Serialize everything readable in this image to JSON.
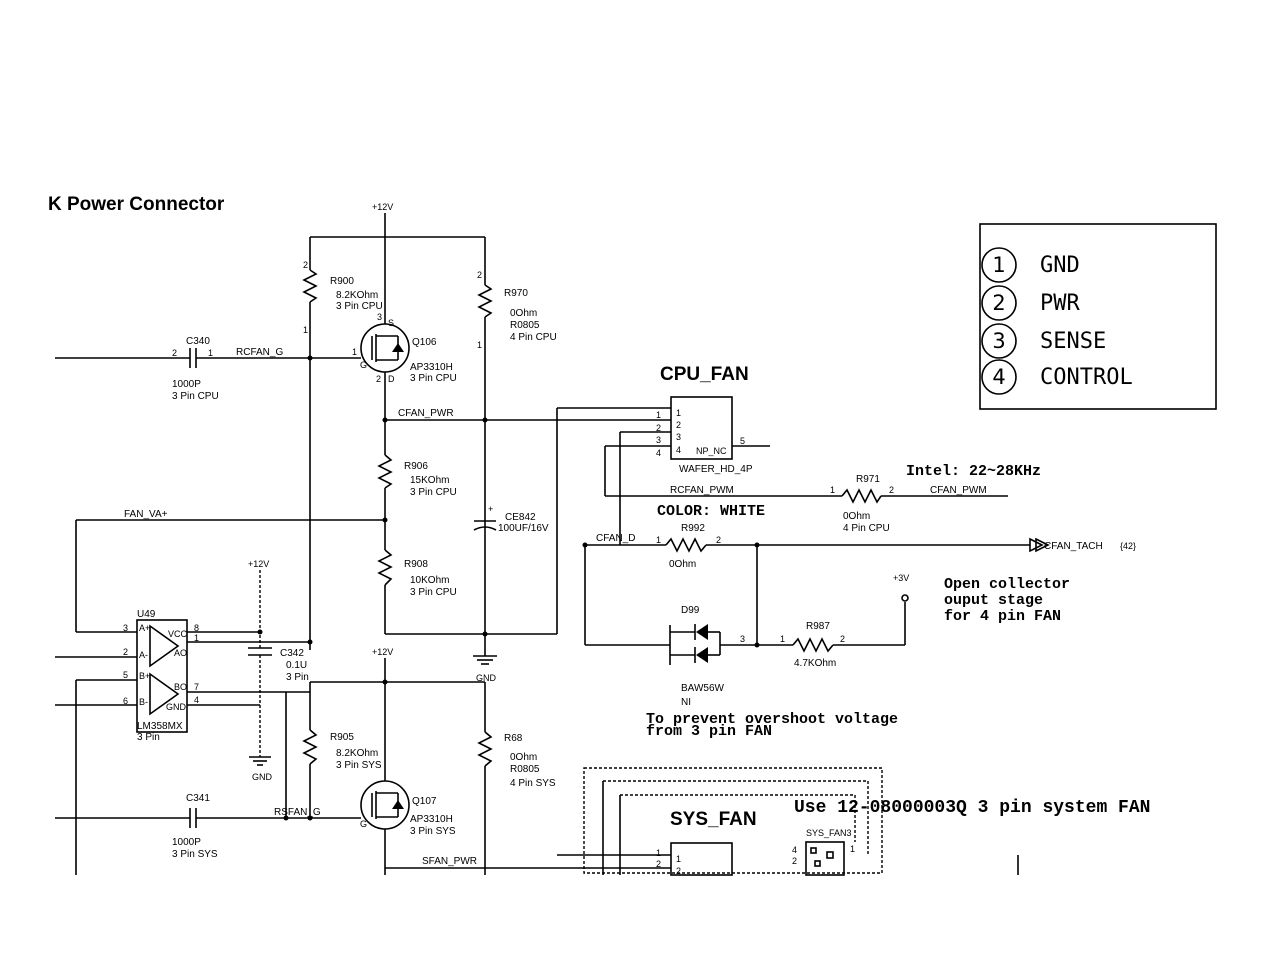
{
  "title": "K Power Connector",
  "legend": [
    {
      "num": "1",
      "label": "GND"
    },
    {
      "num": "2",
      "label": "PWR"
    },
    {
      "num": "3",
      "label": "SENSE"
    },
    {
      "num": "4",
      "label": "CONTROL"
    }
  ],
  "rails": {
    "v12_top": "+12V",
    "v12_mid": "+12V",
    "v12_bot": "+12V",
    "v3": "+3V",
    "gnd1": "GND",
    "gnd2": "GND"
  },
  "nets": {
    "rcfan_g": "RCFAN_G",
    "cfan_pwr": "CFAN_PWR",
    "fan_va": "FAN_VA+",
    "rcfan_pwm": "RCFAN_PWM",
    "cfan_pwm": "CFAN_PWM",
    "cfan_d": "CFAN_D",
    "cfan_tach": "CFAN_TACH",
    "cfan_tach_ref": "{42}",
    "rsfan_g": "RSFAN_G",
    "sfan_pwr": "SFAN_PWR"
  },
  "components": {
    "c340": {
      "ref": "C340",
      "value": "1000P",
      "note": "3 Pin CPU"
    },
    "r900": {
      "ref": "R900",
      "value": "8.2KOhm",
      "note": "3 Pin CPU"
    },
    "q106": {
      "ref": "Q106",
      "value": "AP3310H",
      "note": "3 Pin CPU"
    },
    "r970": {
      "ref": "R970",
      "value": "0Ohm",
      "pkg": "R0805",
      "note": "4 Pin CPU"
    },
    "r906": {
      "ref": "R906",
      "value": "15KOhm",
      "note": "3 Pin CPU"
    },
    "r908": {
      "ref": "R908",
      "value": "10KOhm",
      "note": "3 Pin CPU"
    },
    "ce842": {
      "ref": "CE842",
      "value": "100UF/16V"
    },
    "u49": {
      "ref": "U49",
      "part": "LM358MX",
      "note": "3 Pin"
    },
    "c342": {
      "ref": "C342",
      "value": "0.1U",
      "note": "3 Pin"
    },
    "r905": {
      "ref": "R905",
      "value": "8.2KOhm",
      "note": "3 Pin SYS"
    },
    "q107": {
      "ref": "Q107",
      "value": "AP3310H",
      "note": "3 Pin SYS"
    },
    "r68": {
      "ref": "R68",
      "value": "0Ohm",
      "pkg": "R0805",
      "note": "4 Pin SYS"
    },
    "c341": {
      "ref": "C341",
      "value": "1000P",
      "note": "3 Pin SYS"
    },
    "r971": {
      "ref": "R971",
      "value": "0Ohm",
      "note": "4 Pin CPU"
    },
    "r992": {
      "ref": "R992",
      "value": "0Ohm"
    },
    "d99": {
      "ref": "D99",
      "part": "BAW56W",
      "note": "NI"
    },
    "r987": {
      "ref": "R987",
      "value": "4.7KOhm"
    },
    "cpu_fan": {
      "name": "CPU_FAN",
      "part": "WAFER_HD_4P",
      "np": "NP_NC"
    },
    "sys_fan": {
      "name": "SYS_FAN",
      "part": "SYS_FAN3"
    }
  },
  "notes": {
    "intel": "Intel: 22~28KHz",
    "color": "COLOR: WHITE",
    "open_collector": [
      "Open collector",
      "ouput stage",
      "for 4 pin FAN"
    ],
    "overshoot": [
      "To prevent overshoot voltage",
      "from 3 pin FAN"
    ],
    "use_sys": "Use 12-08000003Q 3 pin system FAN"
  }
}
